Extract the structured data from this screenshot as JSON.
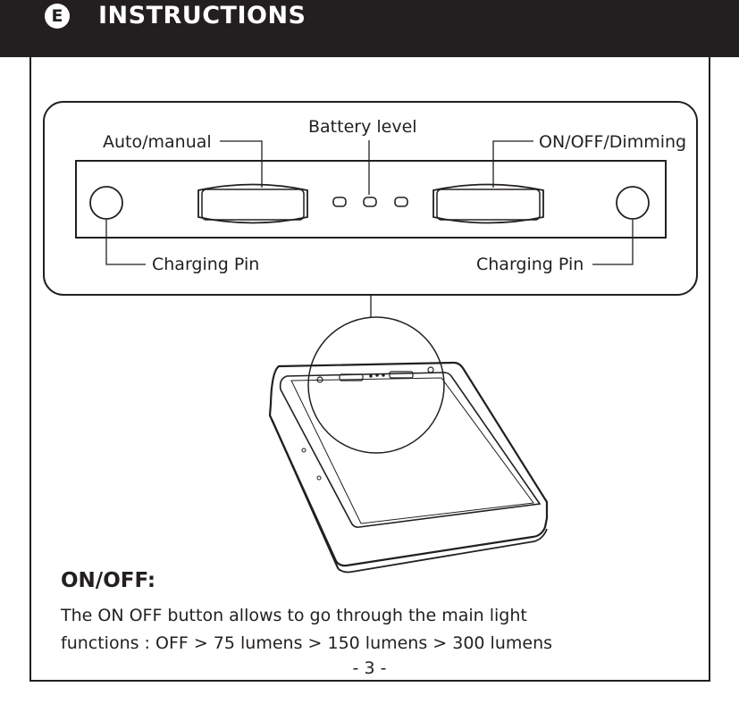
{
  "header": {
    "badge_letter": "E",
    "title": "INSTRUCTIONS"
  },
  "diagram": {
    "labels": {
      "auto_manual": "Auto/manual",
      "battery_level": "Battery level",
      "on_off_dimming": "ON/OFF/Dimming",
      "charging_pin_left": "Charging Pin",
      "charging_pin_right": "Charging Pin"
    }
  },
  "section": {
    "title": "ON/OFF:",
    "body_line_1": "The ON OFF button allows to go through the main light",
    "body_line_2": "functions : OFF > 75 lumens > 150 lumens > 300 lumens"
  },
  "footer": {
    "page_number": "- 3 -"
  }
}
